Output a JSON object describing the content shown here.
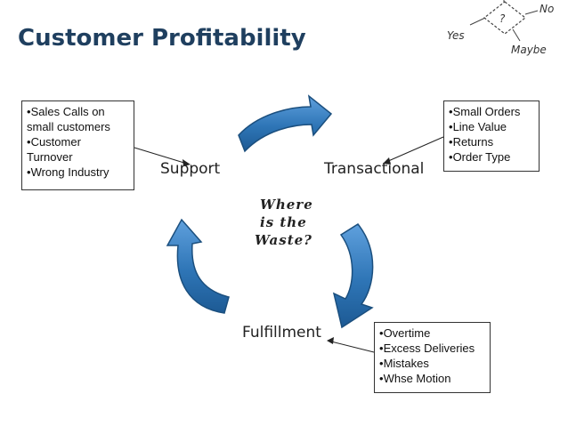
{
  "slide": {
    "title": "Customer Profitability"
  },
  "corner_graphic": {
    "labels": [
      "No",
      "Yes",
      "?",
      "Maybe"
    ]
  },
  "cycle": {
    "nodes": {
      "support": "Support",
      "transactional": "Transactional",
      "fulfillment": "Fulfillment"
    },
    "center_text": [
      "Where",
      "is the",
      "Waste?"
    ]
  },
  "callouts": {
    "support": [
      "Sales Calls on small customers",
      "Customer Turnover",
      "Wrong Industry"
    ],
    "transactional": [
      "Small Orders",
      "Line Value",
      "Returns",
      "Order Type"
    ],
    "fulfillment": [
      "Overtime",
      "Excess Deliveries",
      "Mistakes",
      "Whse Motion"
    ]
  },
  "colors": {
    "title": "#1f3f5f",
    "arrow_fill": "#2e75b6",
    "arrow_stroke": "#1b4f7e"
  }
}
